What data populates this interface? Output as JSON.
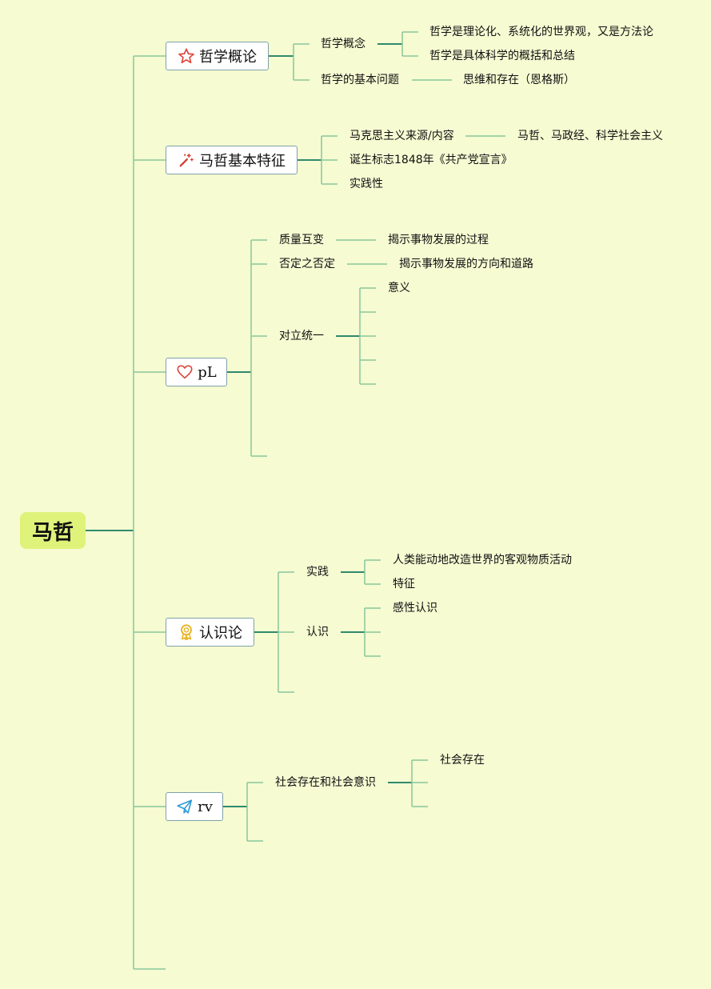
{
  "colors": {
    "background": "#f6fbd2",
    "root_fill": "#dff27a",
    "trunk_line": "#2f8a6c",
    "branch_line": "#88c79a",
    "topic_border": "#7fa2a8"
  },
  "root": {
    "label": "马哲"
  },
  "topics": [
    {
      "label": "哲学概论",
      "icon": "star-icon",
      "children": [
        {
          "label": "哲学概念",
          "children": [
            {
              "label": "哲学是理论化、系统化的世界观，又是方法论"
            },
            {
              "label": "哲学是具体科学的概括和总结"
            }
          ]
        },
        {
          "label": "哲学的基本问题",
          "children": [
            {
              "label": "思维和存在（恩格斯）"
            }
          ]
        }
      ]
    },
    {
      "label": "马哲基本特征",
      "icon": "magic-wand-icon",
      "children": [
        {
          "label": "马克思主义来源/内容",
          "children": [
            {
              "label": "马哲、马政经、科学社会主义"
            }
          ]
        },
        {
          "label": "诞生标志1848年《共产党宣言》"
        },
        {
          "label": "实践性"
        }
      ]
    },
    {
      "label": "pL",
      "icon": "heart-icon",
      "children": [
        {
          "label": "质量互变",
          "children": [
            {
              "label": "揭示事物发展的过程"
            }
          ]
        },
        {
          "label": "否定之否定",
          "children": [
            {
              "label": "揭示事物发展的方向和道路"
            }
          ]
        },
        {
          "label": "对立统一",
          "children": [
            {
              "label": "意义"
            },
            {
              "label": ""
            },
            {
              "label": ""
            },
            {
              "label": ""
            },
            {
              "label": ""
            }
          ]
        },
        {
          "label": ""
        }
      ]
    },
    {
      "label": "认识论",
      "icon": "medal-icon",
      "children": [
        {
          "label": "实践",
          "children": [
            {
              "label": "人类能动地改造世界的客观物质活动"
            },
            {
              "label": "特征"
            }
          ]
        },
        {
          "label": "认识",
          "children": [
            {
              "label": "感性认识"
            },
            {
              "label": ""
            },
            {
              "label": ""
            }
          ]
        },
        {
          "label": ""
        }
      ]
    },
    {
      "label": "rv",
      "icon": "paper-plane-icon",
      "children": [
        {
          "label": "社会存在和社会意识",
          "children": [
            {
              "label": "社会存在"
            },
            {
              "label": ""
            },
            {
              "label": ""
            }
          ]
        },
        {
          "label": ""
        }
      ]
    },
    {
      "label": "",
      "icon": "",
      "children": []
    }
  ]
}
